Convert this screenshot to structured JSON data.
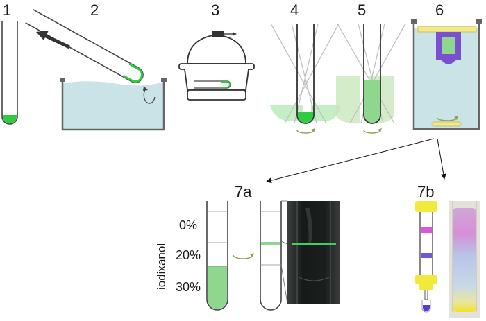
{
  "steps": {
    "s1": "1",
    "s2": "2",
    "s3": "3",
    "s4": "4",
    "s5": "5",
    "s6": "6",
    "s7a": "7a",
    "s7b": "7b"
  },
  "gradient": {
    "label": "iodixanol",
    "levels": [
      "0%",
      "20%",
      "30%"
    ]
  },
  "colors": {
    "green": "#2ecc40",
    "light_green": "#8fd68f",
    "water": "#c9e3e6",
    "magenta": "#d63ad6",
    "purple": "#5a3bd6",
    "yellow": "#f2ea3a",
    "arrow_olive": "#9a9a5a"
  }
}
